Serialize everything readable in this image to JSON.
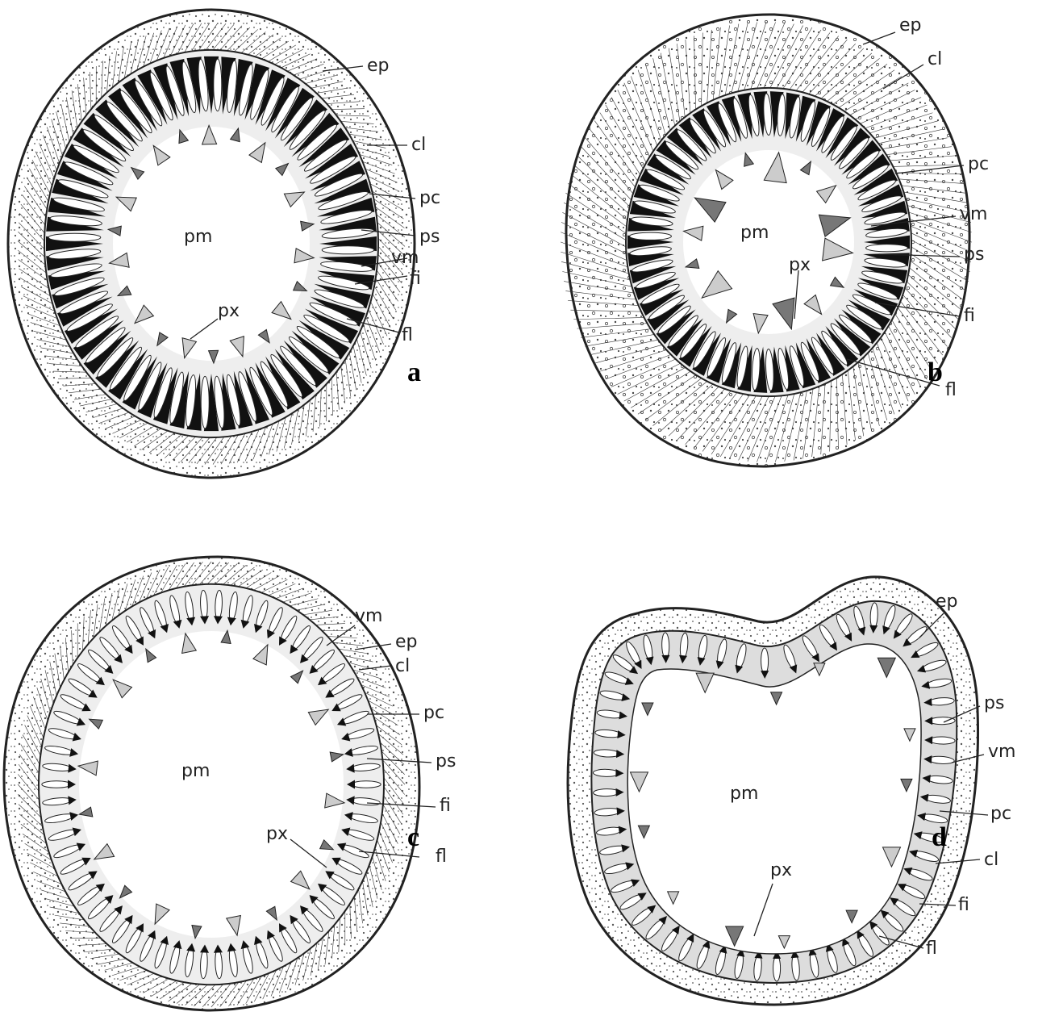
{
  "figure": {
    "panels": [
      {
        "letter": "a",
        "center_label": "pm",
        "labels": [
          "ep",
          "cl",
          "pc",
          "ps",
          "vm",
          "fi",
          "fl",
          "px"
        ]
      },
      {
        "letter": "b",
        "center_label": "pm",
        "labels": [
          "ep",
          "cl",
          "pc",
          "vm",
          "ps",
          "fi",
          "fl",
          "px"
        ]
      },
      {
        "letter": "c",
        "center_label": "pm",
        "labels": [
          "vm",
          "ep",
          "cl",
          "pc",
          "ps",
          "fi",
          "fl",
          "px"
        ]
      },
      {
        "letter": "d",
        "center_label": "pm",
        "labels": [
          "ep",
          "ps",
          "vm",
          "pc",
          "cl",
          "fi",
          "fl",
          "px"
        ]
      }
    ]
  },
  "colors": {
    "ink": "#222222",
    "cavity": "#ffffff",
    "stipple": "#555555"
  }
}
